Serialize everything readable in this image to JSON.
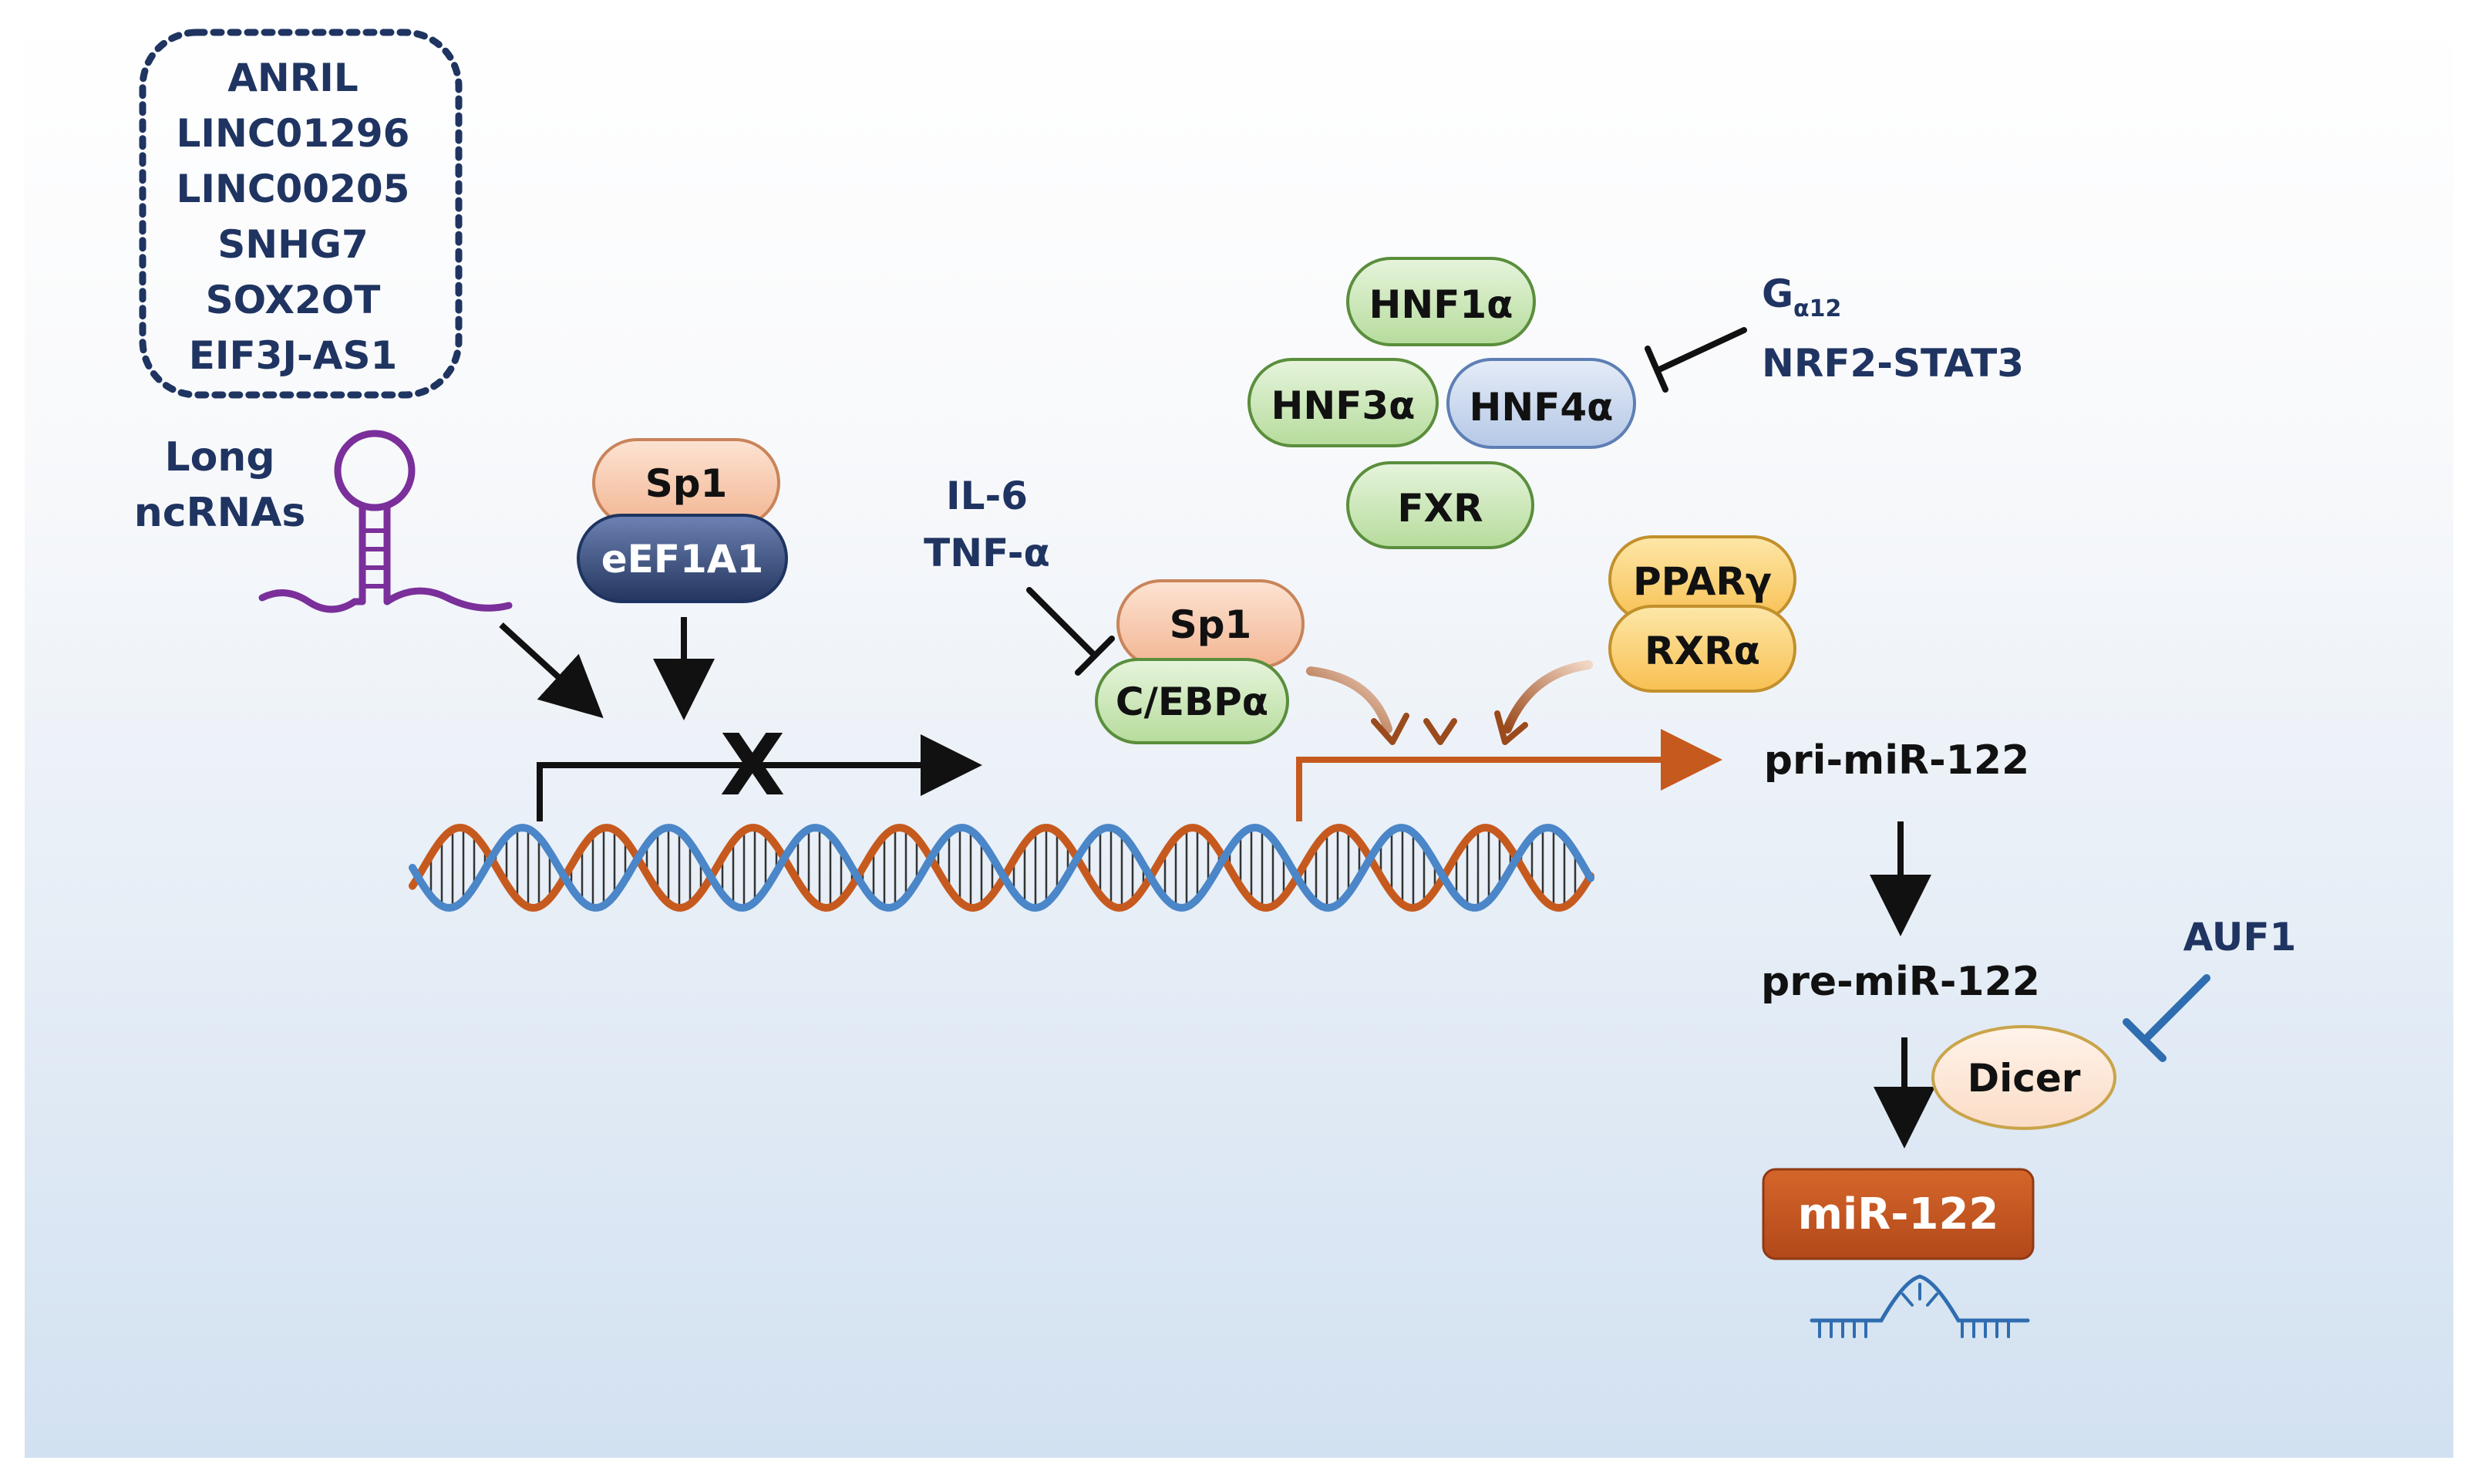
{
  "lncrna_box": {
    "items": [
      "ANRIL",
      "LINC01296",
      "LINC00205",
      "SNHG7",
      "SOX2OT",
      "EIF3J-AS1"
    ]
  },
  "long_ncrnas_label": [
    "Long",
    "ncRNAs"
  ],
  "sp1_top": "Sp1",
  "eef1a1": "eEF1A1",
  "block_mark": "X",
  "il6_label": "IL-6",
  "tnf_label": "TNF-α",
  "sp1_mid": "Sp1",
  "cebpa": "C/EBPα",
  "hnf1a": "HNF1α",
  "hnf3a": "HNF3α",
  "hnf4a": "HNF4α",
  "fxr": "FXR",
  "ppar": "PPARγ",
  "rxr": "RXRα",
  "g_alpha": "G",
  "g_alpha_sub": "α12",
  "nrf2": "NRF2-STAT3",
  "pri_mir": "pri-miR-122",
  "pre_mir": "pre-miR-122",
  "auf1": "AUF1",
  "dicer": "Dicer",
  "mir122": "miR-122",
  "colors": {
    "navy": "#1f3461",
    "black": "#111111",
    "orange": "#c65a1e",
    "brown": "#9a4a1c",
    "purple": "#7a2f9a",
    "blue_strand": "#4a86c8",
    "green_fill": "#c9e6b4",
    "green_stroke": "#5a8e3c",
    "peach_fill": "#f6c5a8",
    "peach_stroke": "#c9845a",
    "lightblue_fill": "#c6d6ee",
    "lightblue_stroke": "#5d7fb5",
    "yellow_fill": "#fbd37a",
    "yellow_stroke": "#c2902c",
    "dicer_fill": "#fde7d6",
    "dicer_stroke": "#c9a44a",
    "mir_fill": "#c4551a",
    "auf1_blue": "#2f6db0"
  },
  "icons": [
    "hairpin-rna-icon",
    "dna-helix-icon",
    "mirna-duplex-icon"
  ]
}
